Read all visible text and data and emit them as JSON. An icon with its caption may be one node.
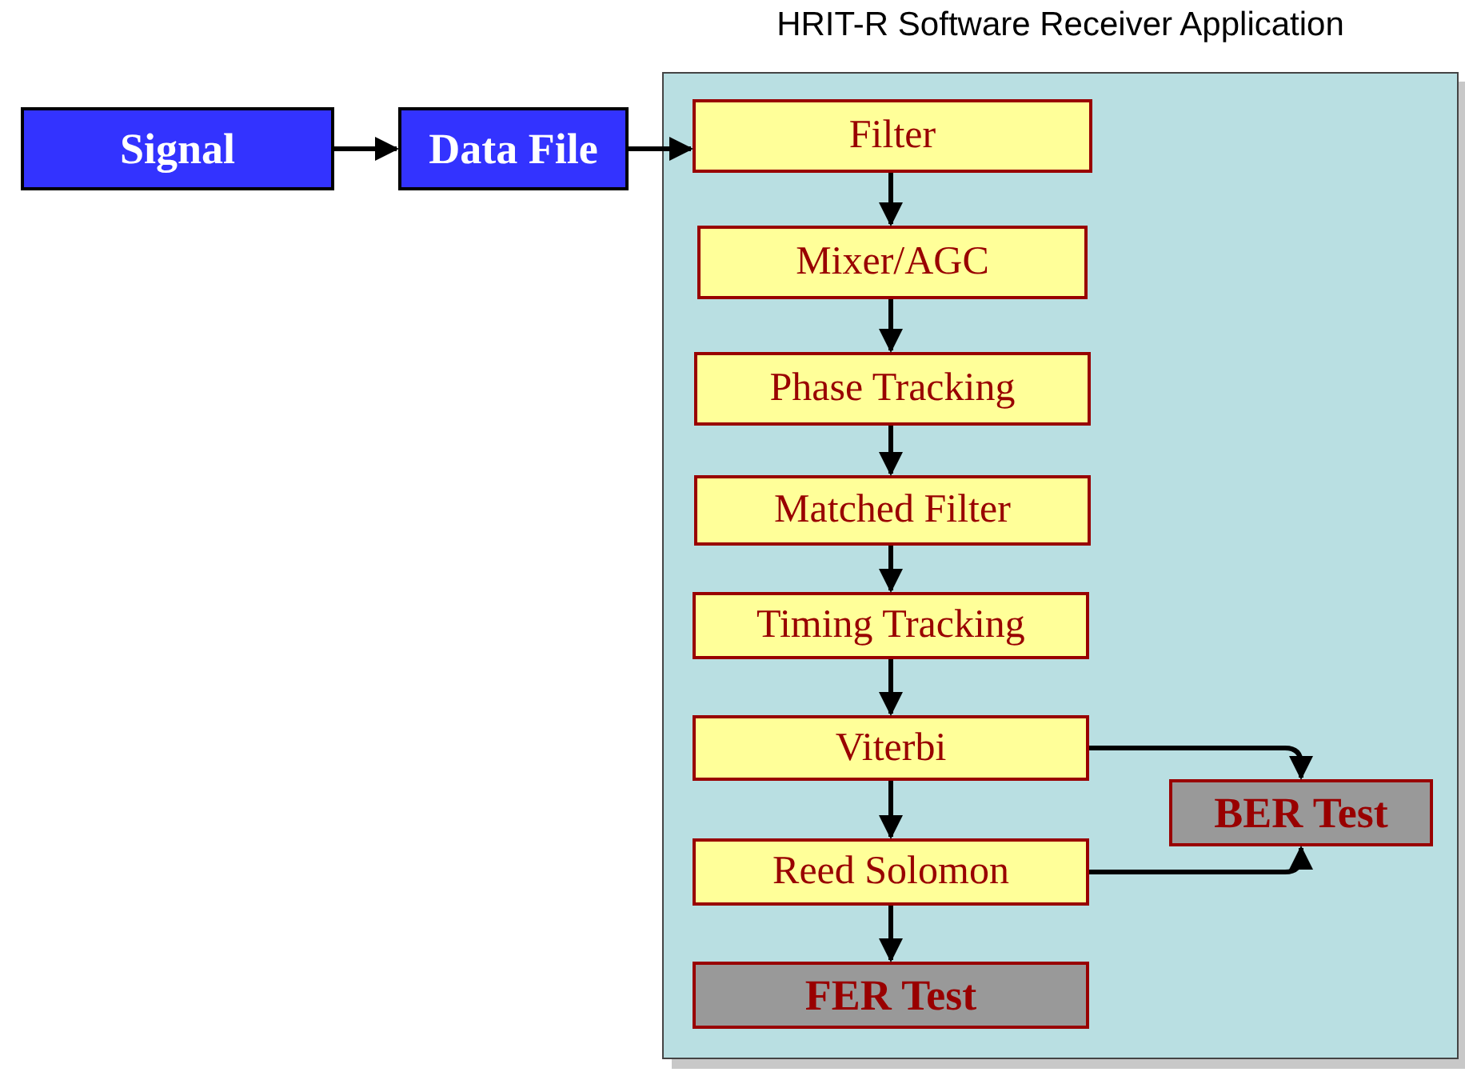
{
  "diagram": {
    "nodes": [
      {
        "text": [
          "Signal"
        ]
      },
      {
        "text": [
          "Data File"
        ]
      },
      {
        "text": [
          "HRIT-R Software Receiver Application"
        ]
      },
      {
        "text": [
          "Filter"
        ],
        "in": 2
      },
      {
        "text": [
          "Mixer/AGC"
        ],
        "in": 2
      },
      {
        "text": [
          "Phase Tracking"
        ],
        "in": 2
      },
      {
        "text": [
          "Matched Filter"
        ],
        "in": 2
      },
      {
        "text": [
          "Timing Tracking"
        ],
        "in": 2
      },
      {
        "text": [
          "Viterbi"
        ],
        "in": 2
      },
      {
        "text": [
          "Reed Solomon"
        ],
        "in": 2
      },
      {
        "text": [
          "FER Test"
        ],
        "in": 2
      },
      {
        "text": [
          "BER Test"
        ],
        "in": 2
      }
    ],
    "edges": [
      {
        "from": 0,
        "to": 1,
        "arrow": "to"
      },
      {
        "from": 1,
        "to": 3,
        "arrow": "to"
      },
      {
        "from": 3,
        "to": 4,
        "arrow": "to"
      },
      {
        "from": 4,
        "to": 5,
        "arrow": "to"
      },
      {
        "from": 5,
        "to": 6,
        "arrow": "to"
      },
      {
        "from": 6,
        "to": 7,
        "arrow": "to"
      },
      {
        "from": 7,
        "to": 8,
        "arrow": "to"
      },
      {
        "from": 8,
        "to": 9,
        "arrow": "to"
      },
      {
        "from": 9,
        "to": 10,
        "arrow": "to"
      },
      {
        "from": 8,
        "to": 11,
        "arrow": "to"
      },
      {
        "from": 9,
        "to": 11,
        "arrow": "to"
      }
    ]
  }
}
